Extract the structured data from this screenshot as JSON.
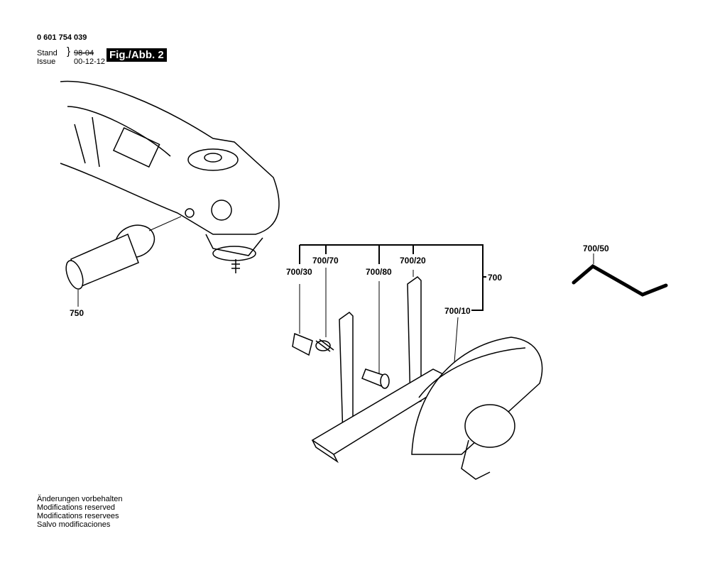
{
  "header": {
    "part_number": "0 601 754 039",
    "stand_label": "Stand",
    "stand_value": "98-04",
    "issue_label": "Issue",
    "issue_value": "00-12-12",
    "figure": "Fig./Abb. 2"
  },
  "callouts": [
    "750",
    "700/30",
    "700/70",
    "700/80",
    "700/20",
    "700",
    "700/10",
    "700/50"
  ],
  "notes": [
    "Änderungen vorbehalten",
    "Modifications reserved",
    "Modifications reservees",
    "Salvo modificaciones"
  ]
}
